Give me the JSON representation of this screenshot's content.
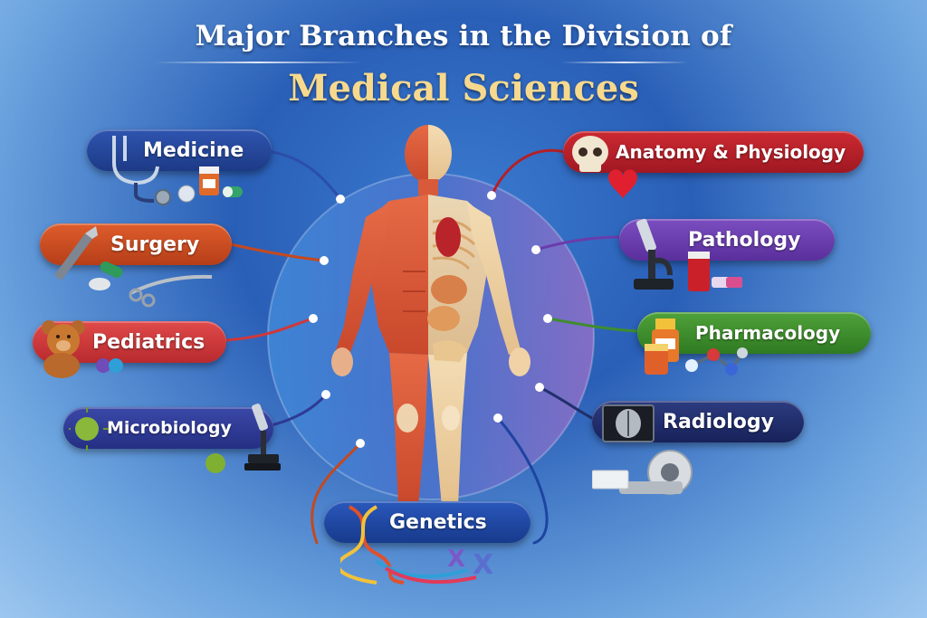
{
  "title": {
    "line1": "Major Branches in the Division of",
    "line2": "Medical Sciences"
  },
  "branches": [
    {
      "label": "Medicine",
      "color": "#1f3f8f",
      "icon": "stethoscope-icon"
    },
    {
      "label": "Surgery",
      "color": "#c4491f",
      "icon": "scalpel-icon"
    },
    {
      "label": "Pediatrics",
      "color": "#d0383a",
      "icon": "teddy-bear-icon"
    },
    {
      "label": "Microbiology",
      "color": "#2e3a93",
      "icon": "microbe-icon"
    },
    {
      "label": "Genetics",
      "color": "#1d44a0",
      "icon": "dna-icon"
    },
    {
      "label": "Anatomy & Physiology",
      "color": "#b32028",
      "icon": "skull-icon"
    },
    {
      "label": "Pathology",
      "color": "#6a3cab",
      "icon": "microscope-icon"
    },
    {
      "label": "Pharmacology",
      "color": "#3f8c2f",
      "icon": "pill-bottle-icon"
    },
    {
      "label": "Radiology",
      "color": "#22306d",
      "icon": "xray-icon"
    }
  ]
}
